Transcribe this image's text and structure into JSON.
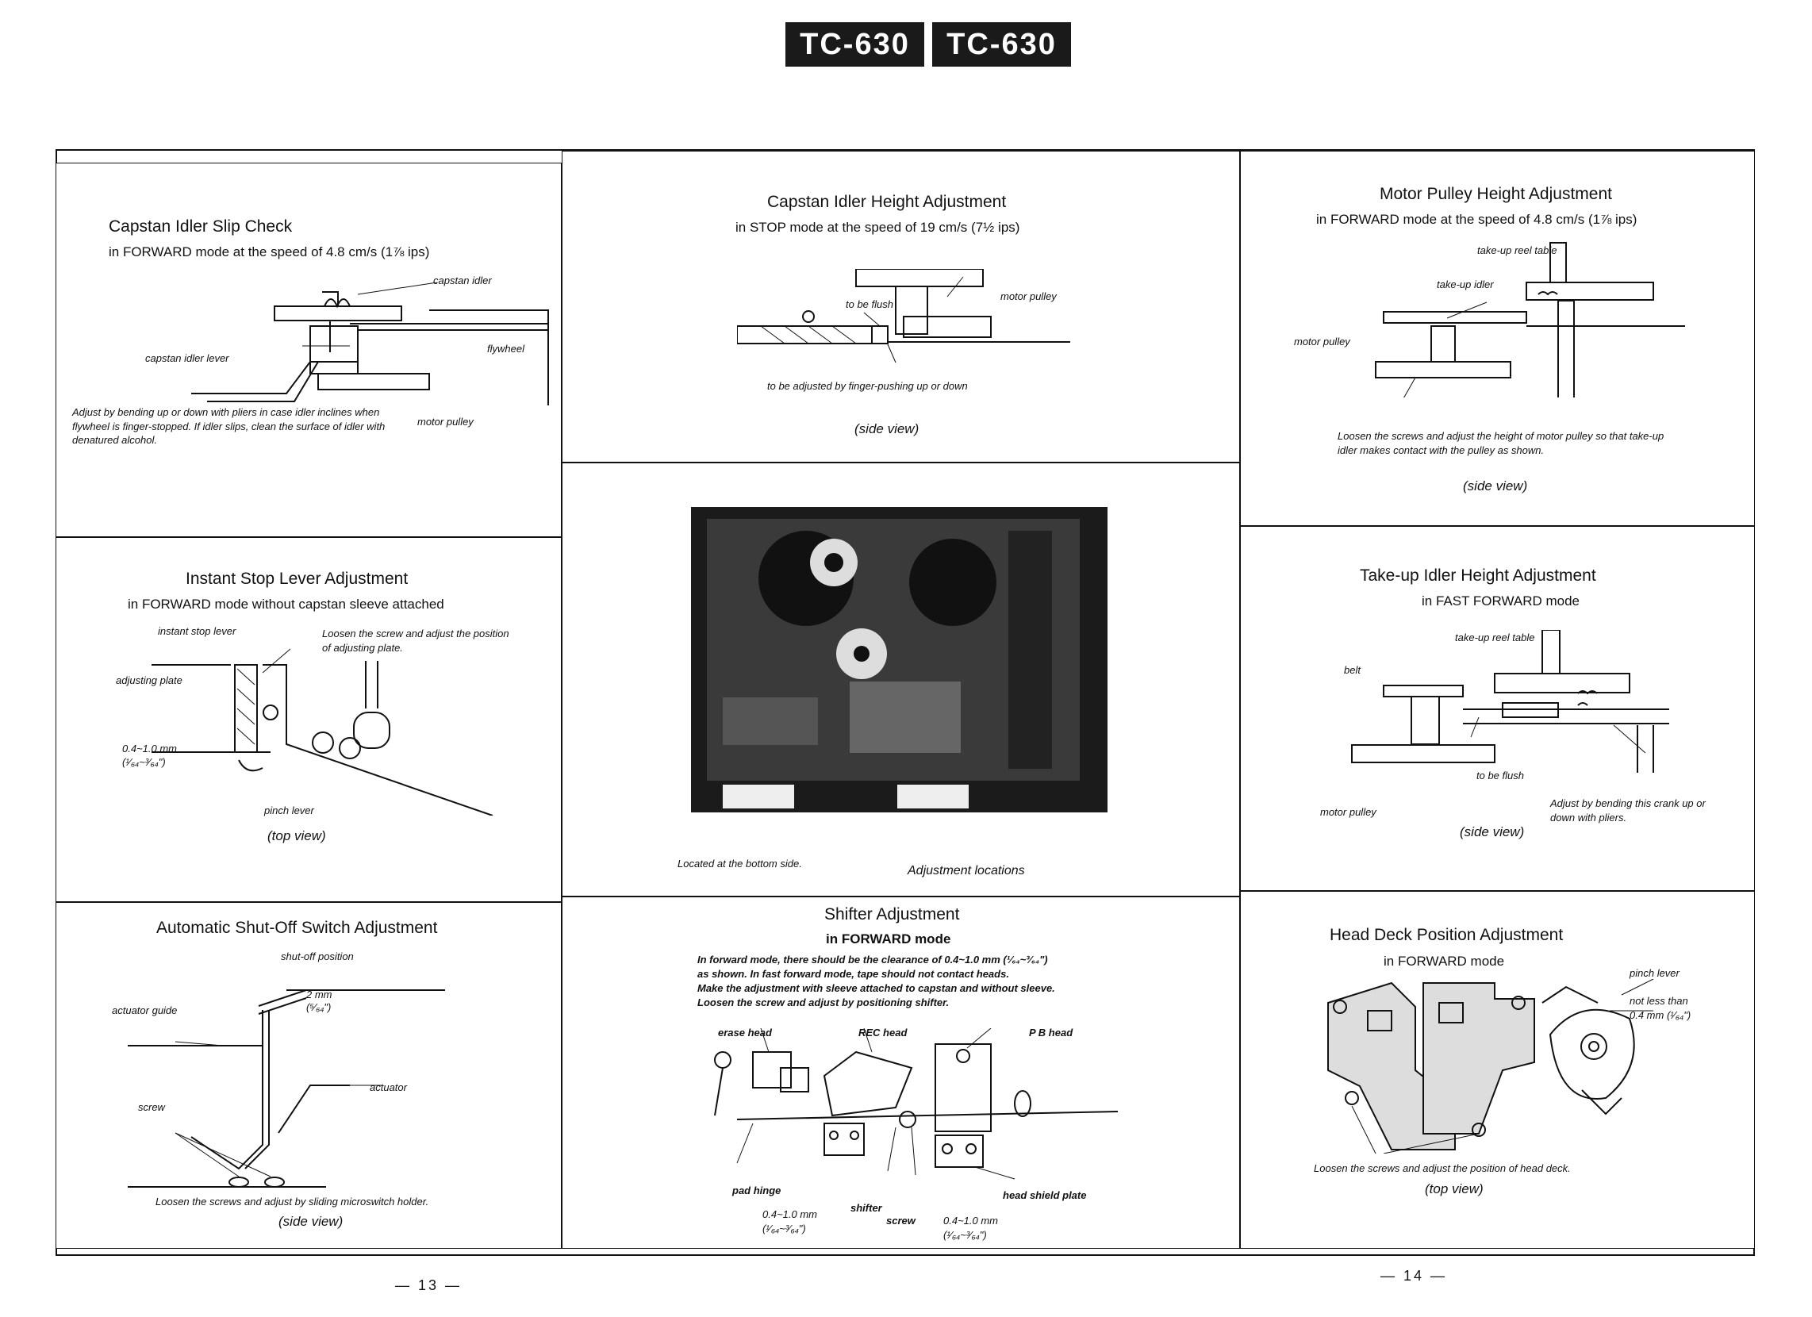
{
  "header": {
    "model_left": "TC-630",
    "model_right": "TC-630"
  },
  "page_numbers": {
    "left": "— 13 —",
    "right": "— 14 —"
  },
  "panels": {
    "capstan_slip": {
      "title": "Capstan Idler Slip Check",
      "subtitle": "in FORWARD mode at the speed of 4.8 cm/s (1⅞ ips)",
      "labels": [
        "capstan idler",
        "flywheel",
        "capstan idler lever",
        "motor pulley"
      ],
      "note": "Adjust by bending up or down with pliers in case idler inclines when flywheel is finger-stopped. If idler slips, clean the surface of idler with denatured alcohol."
    },
    "capstan_height": {
      "title": "Capstan Idler Height Adjustment",
      "subtitle": "in STOP mode at the speed of 19 cm/s (7½ ips)",
      "labels": [
        "to be flush",
        "motor pulley",
        "to be adjusted by finger-pushing up or down"
      ],
      "caption": "(side view)"
    },
    "motor_pulley": {
      "title": "Motor Pulley Height Adjustment",
      "subtitle": "in FORWARD mode at the speed of 4.8 cm/s (1⅞ ips)",
      "labels": [
        "take-up reel table",
        "take-up idler",
        "motor pulley"
      ],
      "note": "Loosen the screws and adjust the height of motor pulley so that take-up idler makes contact with the pulley as shown.",
      "caption": "(side view)"
    },
    "instant_stop": {
      "title": "Instant Stop Lever Adjustment",
      "subtitle": "in FORWARD mode without capstan sleeve attached",
      "labels": [
        "instant stop lever",
        "adjusting plate",
        "0.4~1.0 mm",
        "(¹⁄₆₄~³⁄₆₄\")",
        "pinch lever"
      ],
      "note": "Loosen the screw and adjust the position of adjusting plate.",
      "caption": "(top view)"
    },
    "center": {
      "labels": [
        "Located at the bottom side.",
        "Adjustment locations"
      ]
    },
    "takeup_idler": {
      "title": "Take-up Idler Height Adjustment",
      "subtitle": "in FAST FORWARD mode",
      "labels": [
        "take-up reel table",
        "belt",
        "to be flush",
        "motor pulley"
      ],
      "note": "Adjust by bending this crank up or down with pliers.",
      "caption": "(side view)"
    },
    "auto_shutoff": {
      "title": "Automatic Shut-Off Switch Adjustment",
      "labels": [
        "shut-off position",
        "2 mm",
        "(⁵⁄₆₄\")",
        "actuator guide",
        "actuator",
        "screw"
      ],
      "note": "Loosen the screws and adjust by sliding microswitch holder.",
      "caption": "(side view)"
    },
    "shifter": {
      "title": "Shifter Adjustment",
      "subtitle": "in FORWARD mode",
      "note_lines": [
        "In forward mode, there should be the clearance of 0.4~1.0 mm (¹⁄₆₄~³⁄₆₄\")",
        "as shown.  In fast forward mode, tape should not contact heads.",
        "Make the adjustment with sleeve attached to capstan and without sleeve.",
        "Loosen the screw and adjust by positioning shifter."
      ],
      "labels": [
        "erase head",
        "REC head",
        "P B head",
        "pad hinge",
        "shifter",
        "screw",
        "head shield plate",
        "0.4~1.0 mm",
        "(¹⁄₆₄~³⁄₆₄\")",
        "0.4~1.0 mm",
        "(¹⁄₆₄~³⁄₆₄\")"
      ]
    },
    "head_deck": {
      "title": "Head Deck Position Adjustment",
      "subtitle": "in FORWARD mode",
      "labels": [
        "pinch lever",
        "not less than",
        "0.4 mm (¹⁄₆₄\")"
      ],
      "note": "Loosen the screws and adjust the position of head deck.",
      "caption": "(top view)"
    }
  }
}
